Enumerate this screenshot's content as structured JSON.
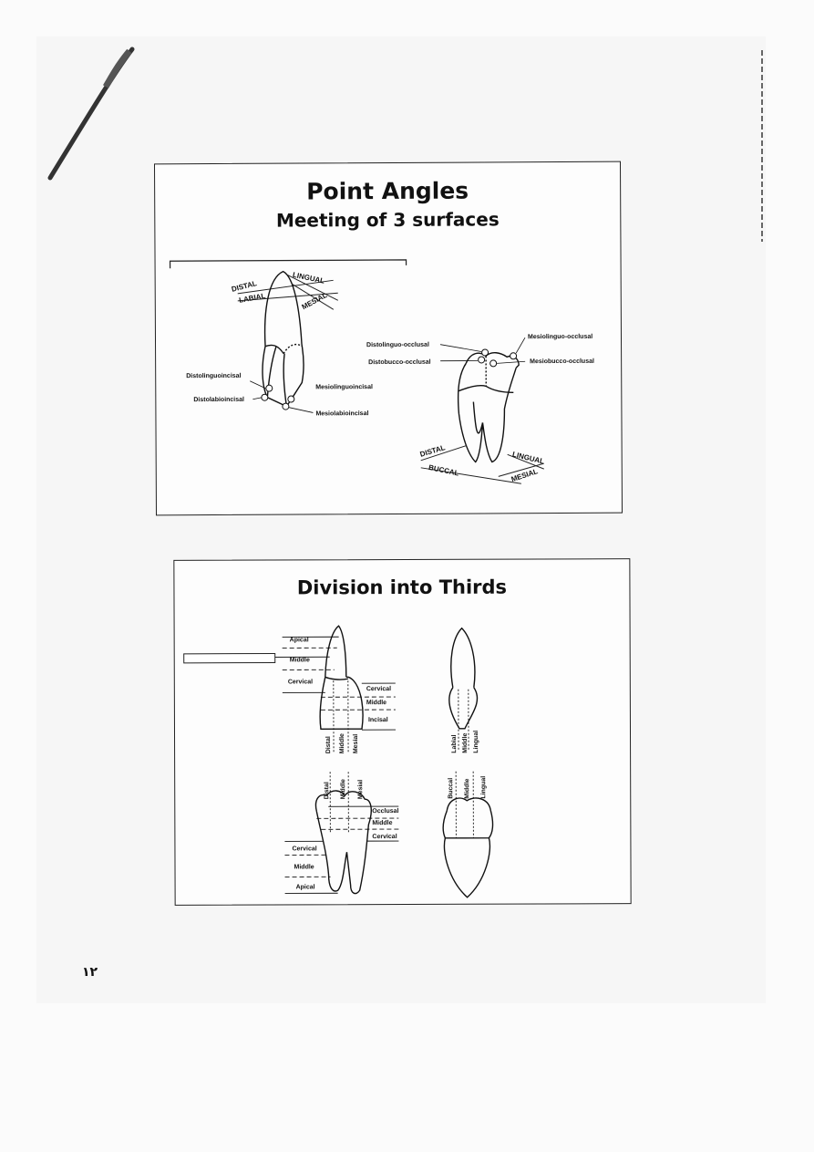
{
  "slide1": {
    "title": "Point Angles",
    "subtitle": "Meeting of 3 surfaces",
    "anterior_orientation": [
      "DISTAL",
      "LINGUAL",
      "LABIAL",
      "MESIAL"
    ],
    "anterior_point_angles": [
      "Distolinguoincisal",
      "Distolabioincisal",
      "Mesiolinguoincisal",
      "Mesiolabioincisal"
    ],
    "posterior_point_angles": [
      "Distolinguo-occlusal",
      "Distobucco-occlusal",
      "Mesiolinguo-occlusal",
      "Mesiobucco-occlusal"
    ],
    "posterior_orientation": [
      "DISTAL",
      "BUCCAL",
      "LINGUAL",
      "MESIAL"
    ]
  },
  "slide2": {
    "title": "Division into Thirds",
    "incisor_root_thirds": [
      "Apical",
      "Middle",
      "Cervical"
    ],
    "incisor_crown_thirds": [
      "Cervical",
      "Middle",
      "Incisal"
    ],
    "incisor_mesiodistal_thirds": [
      "Distal",
      "Middle",
      "Mesial"
    ],
    "incisor_labiolingual_thirds": [
      "Labial",
      "Middle",
      "Lingual"
    ],
    "molar_mesiodistal_thirds": [
      "Distal",
      "Middle",
      "Mesial"
    ],
    "molar_crown_thirds": [
      "Occlusal",
      "Middle",
      "Cervical"
    ],
    "molar_root_thirds": [
      "Cervical",
      "Middle",
      "Apical"
    ],
    "molar_buccolingual_thirds": [
      "Buccal",
      "Middle",
      "Lingual"
    ]
  },
  "page_number": "١٢"
}
